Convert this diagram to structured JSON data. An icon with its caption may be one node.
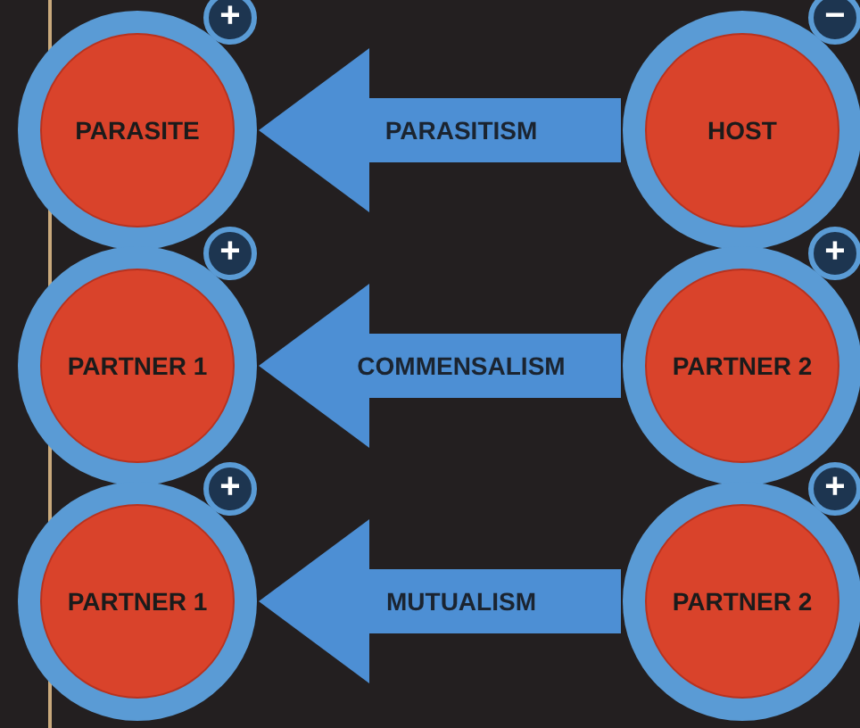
{
  "diagram": {
    "nodes": [
      {
        "text": [
          "PARASITE"
        ],
        "beside": [
          "+"
        ]
      },
      {
        "text": [
          "HOST"
        ],
        "beside": [
          "−"
        ]
      },
      {
        "text": [
          "PARTNER 1"
        ],
        "beside": [
          "+"
        ]
      },
      {
        "text": [
          "PARTNER 2"
        ],
        "beside": [
          "+"
        ]
      },
      {
        "text": [
          "PARTNER 1"
        ],
        "beside": [
          "+"
        ]
      },
      {
        "text": [
          "PARTNER 2"
        ],
        "beside": [
          "+"
        ]
      }
    ],
    "edges": [
      {
        "from": 1,
        "to": 0,
        "arrow": "to",
        "label": "PARASITISM"
      },
      {
        "from": 3,
        "to": 2,
        "arrow": "to",
        "label": "COMMENSALISM"
      },
      {
        "from": 5,
        "to": 4,
        "arrow": "to",
        "label": "MUTUALISM"
      }
    ]
  }
}
